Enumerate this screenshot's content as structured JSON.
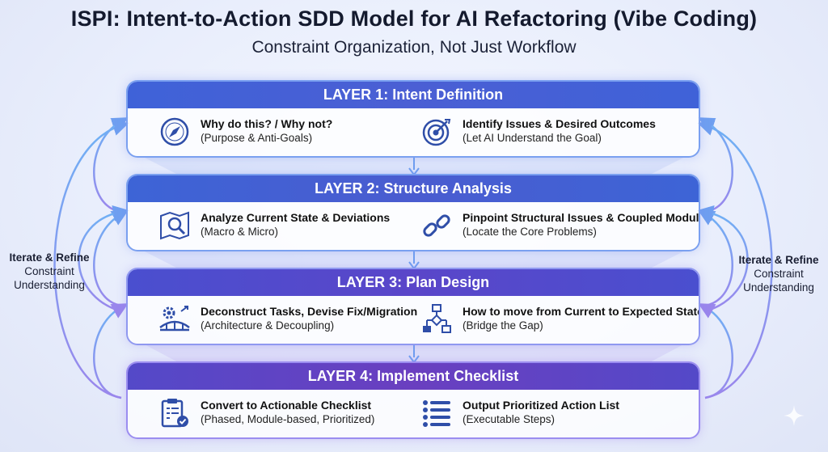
{
  "title": "ISPI: Intent-to-Action SDD Model for AI Refactoring (Vibe Coding)",
  "subtitle": "Constraint Organization, Not Just Workflow",
  "side_left": {
    "bold": "Iterate & Refine",
    "line2": "Constraint",
    "line3": "Understanding"
  },
  "side_right": {
    "bold": "Iterate & Refine",
    "line2": "Constraint",
    "line3": "Understanding"
  },
  "layers": [
    {
      "title": "LAYER 1: Intent Definition",
      "left": {
        "icon": "compass-icon",
        "title": "Why do this? / Why not?",
        "sub": "(Purpose & Anti-Goals)"
      },
      "right": {
        "icon": "target-icon",
        "title": "Identify Issues & Desired Outcomes",
        "sub": "(Let AI Understand the Goal)"
      }
    },
    {
      "title": "LAYER 2: Structure Analysis",
      "left": {
        "icon": "map-magnifier-icon",
        "title": "Analyze Current State & Deviations",
        "sub": "(Macro & Micro)"
      },
      "right": {
        "icon": "chain-link-icon",
        "title": "Pinpoint Structural Issues & Coupled Modules",
        "sub": "(Locate the Core Problems)"
      }
    },
    {
      "title": "LAYER 3: Plan Design",
      "left": {
        "icon": "gear-bridge-icon",
        "title": "Deconstruct Tasks, Devise Fix/Migration",
        "sub": "(Architecture & Decoupling)"
      },
      "right": {
        "icon": "flowchart-icon",
        "title": "How to move from Current to Expected State",
        "sub": "(Bridge the Gap)"
      }
    },
    {
      "title": "LAYER 4: Implement Checklist",
      "left": {
        "icon": "clipboard-check-icon",
        "title": "Convert to Actionable Checklist",
        "sub": "(Phased, Module-based, Prioritized)"
      },
      "right": {
        "icon": "list-icon",
        "title": "Output Prioritized Action List",
        "sub": "(Executable Steps)"
      }
    }
  ],
  "colors": {
    "head_blue": "#3f62d8",
    "head_purple": "#6a3fc0",
    "arrow_blue": "#6f9ff0",
    "arrow_purple": "#9a86ec",
    "icon": "#2f4ea8"
  }
}
